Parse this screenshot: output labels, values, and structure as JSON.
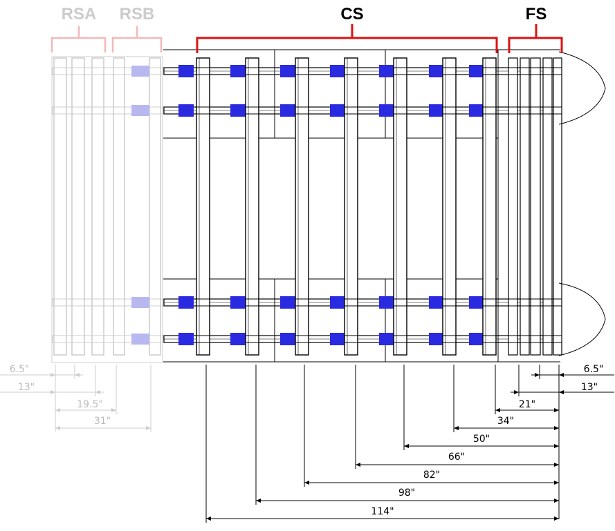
{
  "sections": {
    "rsa": {
      "label": "RSA",
      "color": "#f2b8b8",
      "text_color": "#cccccc"
    },
    "rsb": {
      "label": "RSB",
      "color": "#f2b8b8",
      "text_color": "#cccccc"
    },
    "cs": {
      "label": "CS",
      "color": "#dd1111",
      "text_color": "#000000"
    },
    "fs": {
      "label": "FS",
      "color": "#dd1111",
      "text_color": "#000000"
    }
  },
  "dimensions": {
    "rear": [
      "6.5\"",
      "13\"",
      "19.5\"",
      "31\""
    ],
    "front": [
      "6.5\"",
      "13\"",
      "21\"",
      "34\"",
      "50\"",
      "66\"",
      "82\"",
      "98\"",
      "114\""
    ]
  },
  "colors": {
    "line": "#000000",
    "ghost_line": "#cccccc",
    "clamp": "#2a2ae0",
    "ghost_clamp": "#b8b8f0"
  }
}
